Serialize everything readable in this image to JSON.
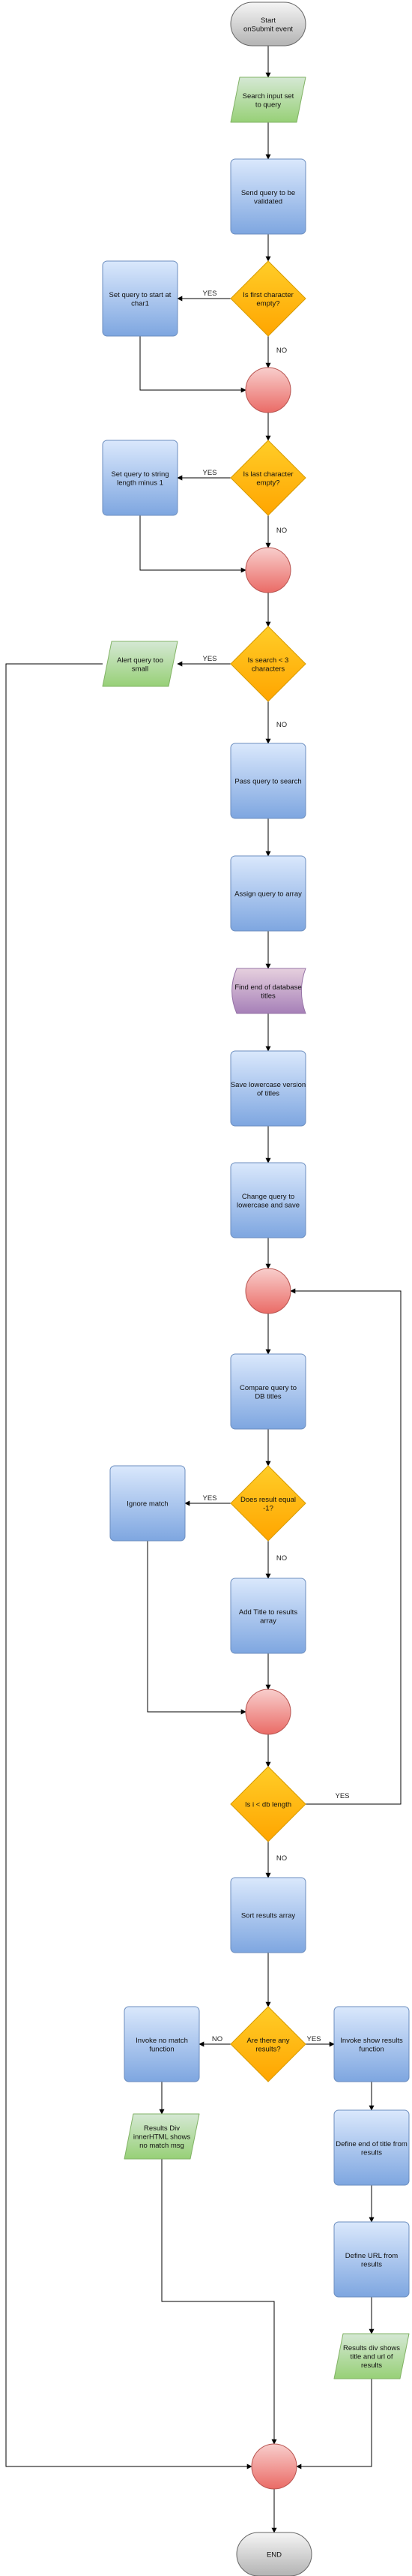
{
  "colors": {
    "process_top": "#dae8fc",
    "process_bottom": "#7ea6e0",
    "process_stroke": "#6c8ebf",
    "decision_top": "#ffcd28",
    "decision_bottom": "#ffa500",
    "decision_stroke": "#d79b00",
    "io_top": "#d5e8d4",
    "io_bottom": "#97d077",
    "io_stroke": "#82b366",
    "connector_top": "#f8cecc",
    "connector_bottom": "#ea6b66",
    "connector_stroke": "#b85450",
    "terminal_top": "#f5f5f5",
    "terminal_bottom": "#b3b3b3",
    "terminal_stroke": "#666666",
    "storage_top": "#e6d0de",
    "storage_bottom": "#a680b8",
    "storage_stroke": "#9673a6",
    "edge": "#000000"
  },
  "nodes": {
    "start": {
      "lines": [
        "Start",
        "onSubmit event"
      ]
    },
    "search_input": {
      "lines": [
        "Search input set",
        "to query"
      ]
    },
    "send_query": {
      "lines": [
        "Send query to be",
        "validated"
      ]
    },
    "first_char_1": {
      "lines": [
        "Is first character",
        "empty?"
      ]
    },
    "set_query_start": {
      "lines": [
        "Set query to start at",
        "char1"
      ]
    },
    "merge_1": {
      "lines": []
    },
    "last_char": {
      "lines": [
        "Is last character",
        "empty?"
      ]
    },
    "set_query_length": {
      "lines": [
        "Set query to string",
        "length minus 1"
      ]
    },
    "merge_2": {
      "lines": []
    },
    "search_lt_3": {
      "lines": [
        "Is search < 3",
        "characters"
      ]
    },
    "alert_short": {
      "lines": [
        "Alert query too",
        "small"
      ]
    },
    "pass_query": {
      "lines": [
        "Pass query to search"
      ]
    },
    "assign_query": {
      "lines": [
        "Assign query to array"
      ]
    },
    "find_end": {
      "lines": [
        "Find end of database",
        "titles"
      ]
    },
    "save_lowercase": {
      "lines": [
        "Save lowercase version",
        "of titles"
      ]
    },
    "change_query": {
      "lines": [
        "Change query to",
        "lowercase and save"
      ]
    },
    "loop_merge": {
      "lines": []
    },
    "compare_query": {
      "lines": [
        "Compare query to",
        "DB titles"
      ]
    },
    "result_equal": {
      "lines": [
        "Does result equal",
        "-1?"
      ]
    },
    "ignore_match": {
      "lines": [
        "Ignore match"
      ]
    },
    "add_title": {
      "lines": [
        "Add Title to results",
        "array"
      ]
    },
    "merge_3": {
      "lines": []
    },
    "i_less_db": {
      "lines": [
        "Is i < db length"
      ]
    },
    "sort_results": {
      "lines": [
        "Sort results array"
      ]
    },
    "any_results": {
      "lines": [
        "Are there any",
        "results?"
      ]
    },
    "invoke_no_match": {
      "lines": [
        "Invoke no match",
        "function"
      ]
    },
    "results_no_match": {
      "lines": [
        "Results Div",
        "innerHTML shows",
        "no match msg"
      ]
    },
    "invoke_show": {
      "lines": [
        "Invoke show results",
        "function"
      ]
    },
    "define_end": {
      "lines": [
        "Define end of title from",
        "results"
      ]
    },
    "define_url": {
      "lines": [
        "Define URL from",
        "results"
      ]
    },
    "results_show": {
      "lines": [
        "Results div shows",
        "title and url of",
        "results"
      ]
    },
    "final_merge": {
      "lines": []
    },
    "end": {
      "lines": [
        "END"
      ]
    }
  },
  "edge_labels": {
    "yes": "YES",
    "no": "NO"
  }
}
